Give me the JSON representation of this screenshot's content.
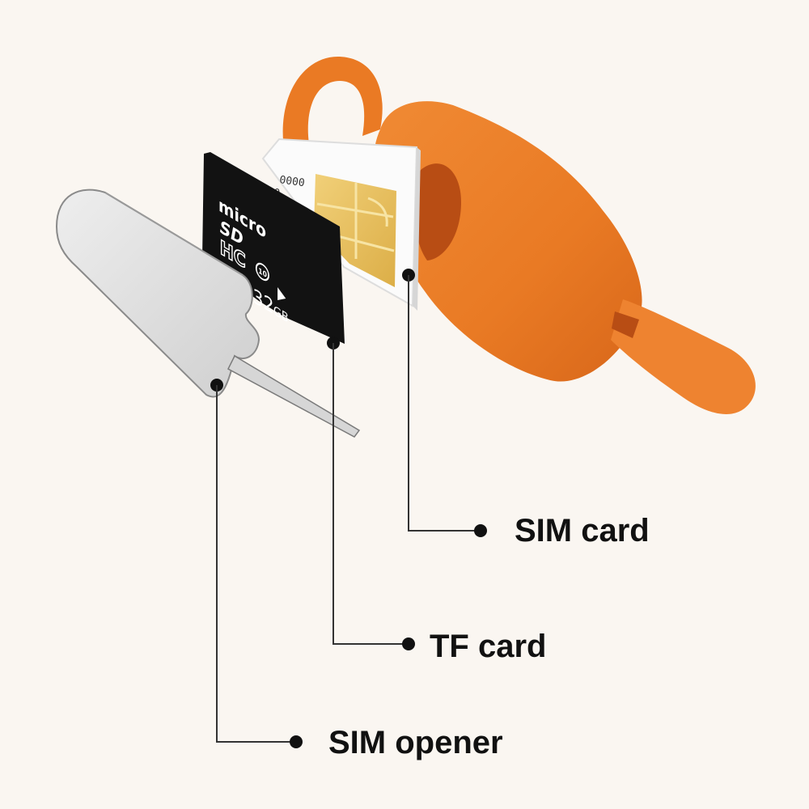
{
  "callouts": {
    "sim_card": "SIM card",
    "tf_card": "TF card",
    "sim_opener": "SIM opener"
  },
  "microsd_card": {
    "brand_text": "micro",
    "sd_text": "SD",
    "hc_text": "HC",
    "class_text": "10",
    "capacity_number": "32",
    "capacity_unit": "GB"
  },
  "sim_card_printed": {
    "line1": "0000",
    "line2": "0125"
  },
  "colors": {
    "background": "#faf6f1",
    "holder_orange": "#ea7a24",
    "holder_shadow": "#b84d14",
    "card_black": "#121212",
    "chip_gold": "#e9c15f",
    "opener_silver": "#dcdcdc",
    "leader_line": "#333333",
    "label_text": "#111111"
  }
}
